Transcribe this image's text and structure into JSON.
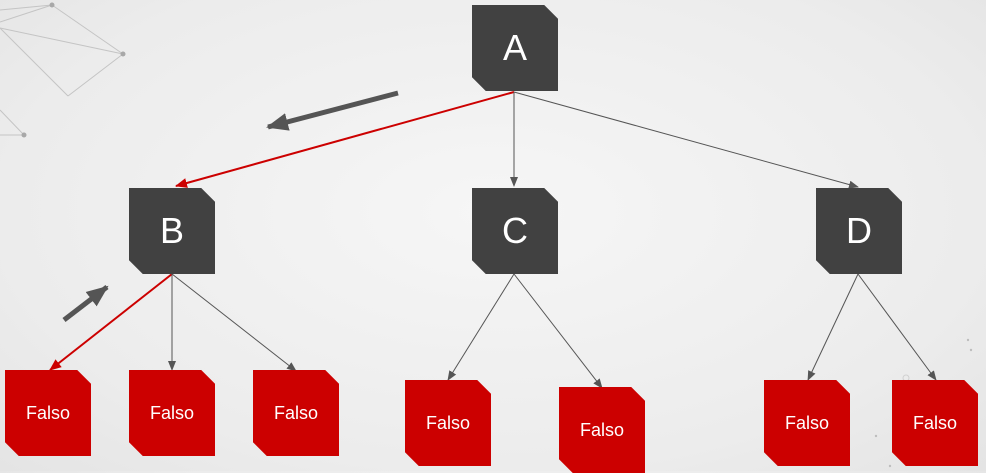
{
  "nodes": {
    "a": "A",
    "b": "B",
    "c": "C",
    "d": "D"
  },
  "leaves": {
    "b1": "Falso",
    "b2": "Falso",
    "b3": "Falso",
    "c1": "Falso",
    "c2": "Falso",
    "d1": "Falso",
    "d2": "Falso"
  },
  "colors": {
    "node": "#414141",
    "leaf": "#cc0000",
    "highlight_edge": "#cc0000",
    "edge": "#555555",
    "hint_arrow": "#555555"
  }
}
